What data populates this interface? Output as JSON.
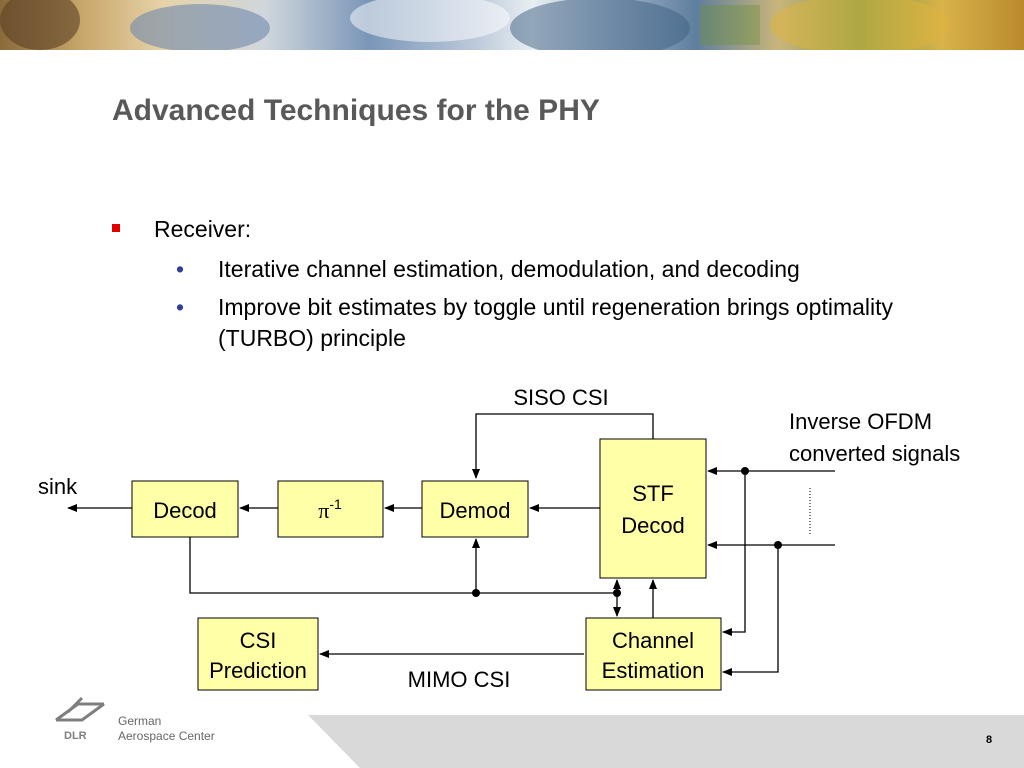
{
  "slide": {
    "title": "Advanced Techniques for the PHY",
    "bullets": [
      {
        "text": "Receiver:",
        "level": 1,
        "marker_color": "#e00000"
      },
      {
        "text": "Iterative channel estimation, demodulation, and decoding",
        "level": 2,
        "marker_color": "#2f3f9f"
      },
      {
        "text": "Improve bit estimates by toggle until regeneration brings optimality (TURBO) principle",
        "level": 2,
        "marker_color": "#2f3f9f"
      }
    ],
    "page_number": "8"
  },
  "diagram": {
    "blocks": {
      "decod": "Decod",
      "pi_inv_symbol": "π",
      "pi_inv_sup": "-1",
      "demod": "Demod",
      "stf_line1": "STF",
      "stf_line2": "Decod",
      "csi_pred_line1": "CSI",
      "csi_pred_line2": "Prediction",
      "chan_est_line1": "Channel",
      "chan_est_line2": "Estimation"
    },
    "labels": {
      "sink": "sink",
      "siso_csi": "SISO CSI",
      "mimo_csi": "MIMO CSI",
      "inverse_line1": "Inverse OFDM",
      "inverse_line2": "converted signals"
    },
    "block_fill": "#ffffa8"
  },
  "footer": {
    "org_line1": "German",
    "org_line2": "Aerospace Center",
    "logo_text": "DLR"
  }
}
